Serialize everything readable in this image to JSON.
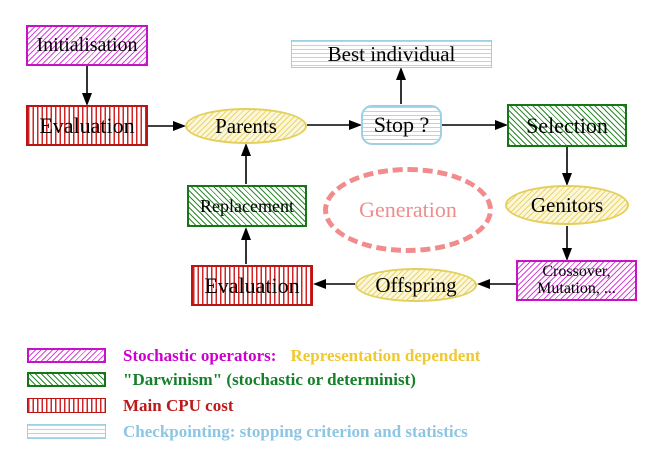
{
  "diagram": {
    "nodes": {
      "initialisation": {
        "label": "Initialisation",
        "style": "magenta-diagonal-hatch"
      },
      "evaluation_top": {
        "label": "Evaluation",
        "style": "red-vertical-stripes"
      },
      "parents": {
        "label": "Parents",
        "style": "yellow-hatch-ellipse"
      },
      "best_individual": {
        "label": "Best individual",
        "style": "cyan-horizontal-stripes"
      },
      "stop": {
        "label": "Stop ?",
        "style": "cyan-horizontal-stripes-rounded"
      },
      "selection": {
        "label": "Selection",
        "style": "green-diagonal-hatch"
      },
      "genitors": {
        "label": "Genitors",
        "style": "yellow-hatch-ellipse"
      },
      "crossover_mutation": {
        "line1": "Crossover,",
        "line2": "Mutation, ...",
        "style": "magenta-diagonal-hatch"
      },
      "offspring": {
        "label": "Offspring",
        "style": "yellow-hatch-ellipse"
      },
      "evaluation_bottom": {
        "label": "Evaluation",
        "style": "red-vertical-stripes"
      },
      "replacement": {
        "label": "Replacement",
        "style": "green-diagonal-hatch"
      },
      "generation": {
        "label": "Generation",
        "style": "pink-dashed-ellipse"
      }
    },
    "edges": [
      "initialisation -> evaluation_top",
      "evaluation_top -> parents",
      "parents -> stop",
      "stop -> best_individual",
      "stop -> selection",
      "selection -> genitors",
      "genitors -> crossover_mutation",
      "crossover_mutation -> offspring",
      "offspring -> evaluation_bottom",
      "evaluation_bottom -> replacement",
      "replacement -> parents"
    ],
    "legend": [
      {
        "swatch": "magenta-diagonal-hatch",
        "segments": [
          {
            "text": "Stochastic operators:",
            "color": "#cc00cc"
          },
          {
            "text": "Representation dependent",
            "color": "#f0c832"
          }
        ]
      },
      {
        "swatch": "green-diagonal-hatch",
        "segments": [
          {
            "text": "\"Darwinism\" (stochastic or determinist)",
            "color": "#15802a"
          }
        ]
      },
      {
        "swatch": "red-vertical-stripes",
        "segments": [
          {
            "text": "Main CPU cost",
            "color": "#bb1a1a"
          }
        ]
      },
      {
        "swatch": "cyan-horizontal-stripes",
        "segments": [
          {
            "text": "Checkpointing: stopping criterion and statistics",
            "color": "#8cc6e4"
          }
        ]
      }
    ],
    "colors": {
      "magenta": "#cc00cc",
      "dark_green": "#167516",
      "red": "#bb1414",
      "light_blue": "#9fcfe2",
      "yellow_border": "#e3cf5a",
      "salmon_dashed": "#f28b8b",
      "gold_text": "#f0c832",
      "arrow_black": "#000000",
      "node_text": "#000000"
    }
  }
}
